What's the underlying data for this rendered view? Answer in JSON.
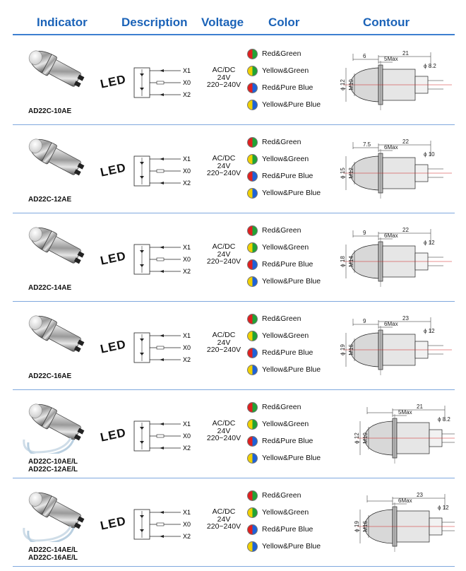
{
  "header": {
    "indicator": "Indicator",
    "description": "Description",
    "voltage": "Voltage",
    "color": "Color",
    "contour": "Contour"
  },
  "schematic_labels": [
    "X1",
    "X0",
    "X2"
  ],
  "colors": [
    {
      "label": "Red&Green",
      "left": "#e02020",
      "right": "#21a336"
    },
    {
      "label": "Yellow&Green",
      "left": "#f0d000",
      "right": "#21a336"
    },
    {
      "label": "Red&Pure Blue",
      "left": "#e02020",
      "right": "#1e62d8"
    },
    {
      "label": "Yellow&Pure Blue",
      "left": "#f0d000",
      "right": "#1e62d8"
    }
  ],
  "rows": [
    {
      "models": [
        "AD22C-10AE"
      ],
      "led": "LED",
      "voltage": {
        "line1": "AC/DC",
        "line2": "24V",
        "line3": "220~240V"
      },
      "dims": {
        "top_left": "6",
        "top": "21",
        "max": "5Max",
        "dia_left": "ϕ 12",
        "thread": "M10",
        "dia_right": "ϕ 8.2"
      }
    },
    {
      "models": [
        "AD22C-12AE"
      ],
      "led": "LED",
      "voltage": {
        "line1": "AC/DC",
        "line2": "24V",
        "line3": "220~240V"
      },
      "dims": {
        "top_left": "7.5",
        "top": "22",
        "max": "6Max",
        "dia_left": "ϕ 15",
        "thread": "M12",
        "dia_right": "ϕ 10"
      }
    },
    {
      "models": [
        "AD22C-14AE"
      ],
      "led": "LED",
      "voltage": {
        "line1": "AC/DC",
        "line2": "24V",
        "line3": "220~240V"
      },
      "dims": {
        "top_left": "9",
        "top": "22",
        "max": "6Max",
        "dia_left": "ϕ 18",
        "thread": "M14",
        "dia_right": "ϕ 12"
      }
    },
    {
      "models": [
        "AD22C-16AE"
      ],
      "led": "LED",
      "voltage": {
        "line1": "AC/DC",
        "line2": "24V",
        "line3": "220~240V"
      },
      "dims": {
        "top_left": "9",
        "top": "23",
        "max": "6Max",
        "dia_left": "ϕ 19",
        "thread": "M16",
        "dia_right": "ϕ 12"
      }
    },
    {
      "models": [
        "AD22C-10AE/L",
        "AD22C-12AE/L"
      ],
      "led": "LED",
      "voltage": {
        "line1": "AC/DC",
        "line2": "24V",
        "line3": "220~240V"
      },
      "dims": {
        "top_left": "",
        "top": "21",
        "max": "5Max",
        "dia_left": "ϕ 12",
        "thread": "M10",
        "dia_right": "ϕ 8.2"
      }
    },
    {
      "models": [
        "AD22C-14AE/L",
        "AD22C-16AE/L"
      ],
      "led": "LED",
      "voltage": {
        "line1": "AC/DC",
        "line2": "24V",
        "line3": "220~240V"
      },
      "dims": {
        "top_left": "",
        "top": "23",
        "max": "6Max",
        "dia_left": "ϕ 19",
        "thread": "M16",
        "dia_right": "ϕ 12"
      }
    }
  ]
}
